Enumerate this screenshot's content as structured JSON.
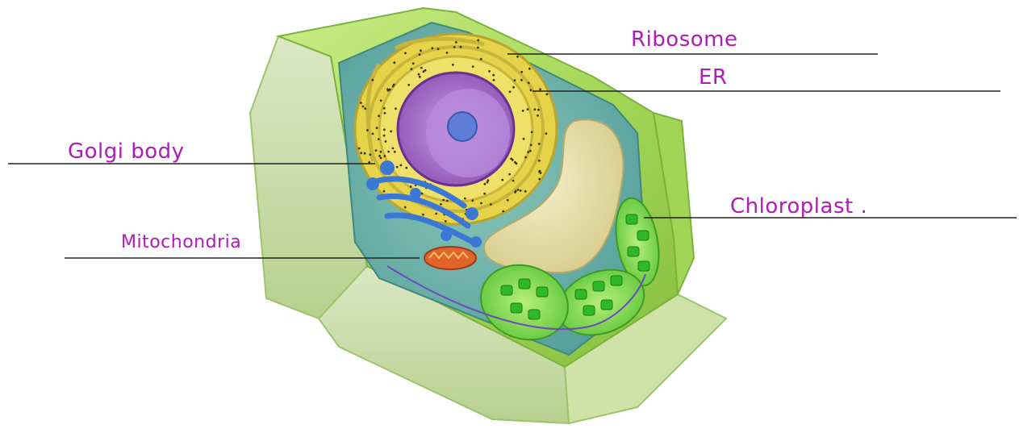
{
  "labels": {
    "ribosome": "Ribosome",
    "er": "ER",
    "golgi": "Golgi body",
    "chloroplast": "Chloroplast .",
    "mitochondria": "Mitochondria"
  },
  "colors": {
    "label_ink": "#b01ab8",
    "leader_line": "#222222",
    "cell_wall": "#a6d85a",
    "cell_wall_dark": "#86bf3e",
    "cytoplasm": "#5ea8a2",
    "vacuole": "#e7dfa8",
    "nucleus": "#8b4db0",
    "nucleolus": "#5f7ed8",
    "er_golgi_yellow": "#e6d34a",
    "golgi_blue": "#3b78d6",
    "mitochondrion": "#e0642b",
    "chloroplast": "#6fd84a",
    "granum": "#2fb82a"
  }
}
